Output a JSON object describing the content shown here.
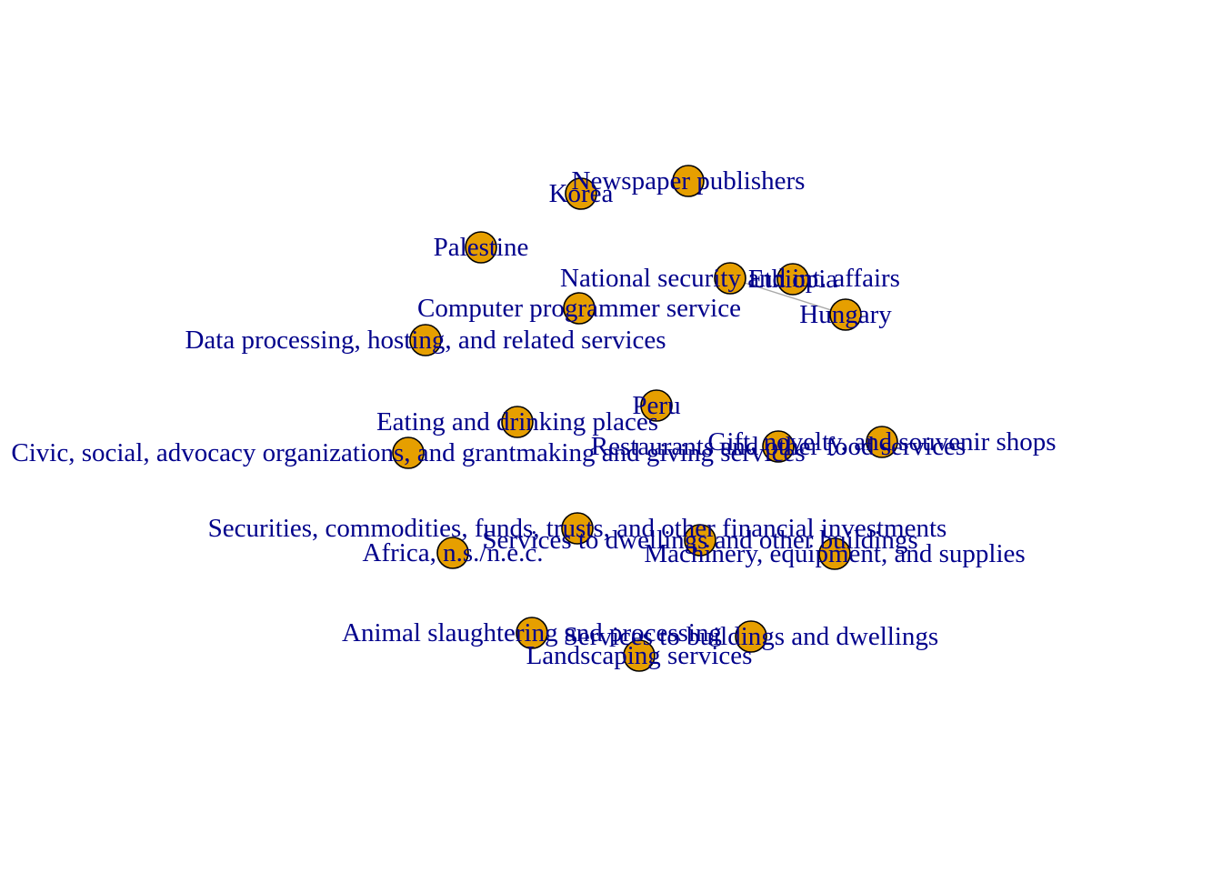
{
  "style": {
    "node_fill": "#E69F00",
    "node_stroke": "#000000",
    "label_color": "#00008B",
    "edge_color": "#A9A9A9",
    "background": "#FFFFFF"
  },
  "nodes": [
    {
      "id": "newspaper",
      "label": "Newspaper publishers"
    },
    {
      "id": "korea",
      "label": "Korea"
    },
    {
      "id": "palestine",
      "label": "Palestine"
    },
    {
      "id": "national_security",
      "label": "National security and int. affairs"
    },
    {
      "id": "ethiopia",
      "label": "Ethiopia"
    },
    {
      "id": "hungary",
      "label": "Hungary"
    },
    {
      "id": "computer_programmer",
      "label": "Computer programmer service"
    },
    {
      "id": "data_processing",
      "label": "Data processing, hosting, and related services"
    },
    {
      "id": "peru",
      "label": "Peru"
    },
    {
      "id": "eating_drinking",
      "label": "Eating and drinking places"
    },
    {
      "id": "civic_social",
      "label": "Civic, social, advocacy organizations, and grantmaking and giving services"
    },
    {
      "id": "restaurants",
      "label": "Restaurants and other food services"
    },
    {
      "id": "gift_shops",
      "label": "Gift, novelty, and souvenir shops"
    },
    {
      "id": "securities",
      "label": "Securities, commodities, funds, trusts, and other financial investments"
    },
    {
      "id": "services_dwellings_other",
      "label": "Services to dwellings and other buildings"
    },
    {
      "id": "africa",
      "label": "Africa, n.s./n.e.c."
    },
    {
      "id": "machinery",
      "label": "Machinery, equipment, and supplies"
    },
    {
      "id": "animal_slaughtering",
      "label": "Animal slaughtering and processing"
    },
    {
      "id": "services_buildings_dwellings",
      "label": "Services to buildings and dwellings"
    },
    {
      "id": "landscaping",
      "label": "Landscaping services"
    }
  ],
  "edges": [
    {
      "from": "national_security",
      "to": "hungary"
    }
  ]
}
